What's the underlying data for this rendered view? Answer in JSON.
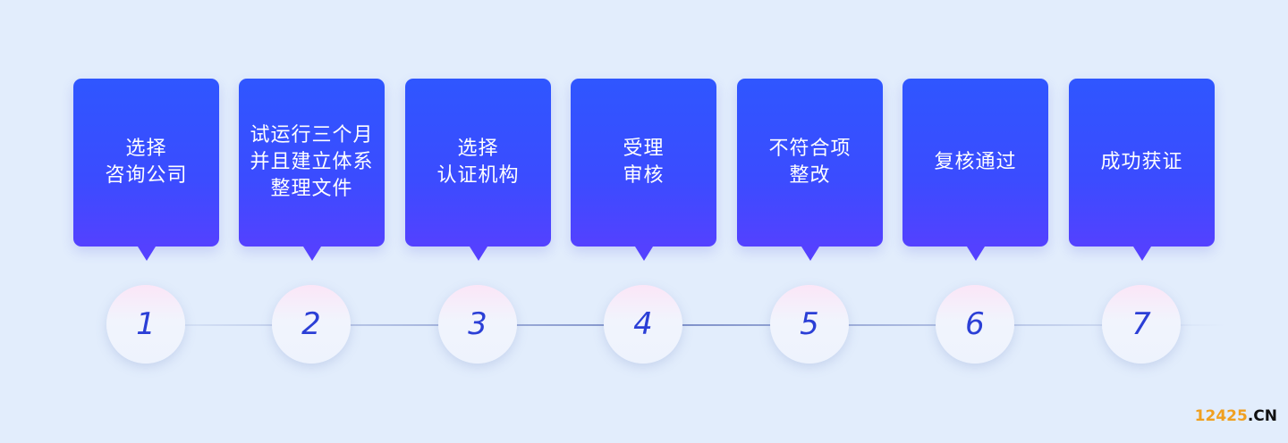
{
  "steps": [
    {
      "label": "选择\n咨询公司",
      "number": "1"
    },
    {
      "label": "试运行三个月\n并且建立体系\n整理文件",
      "number": "2"
    },
    {
      "label": "选择\n认证机构",
      "number": "3"
    },
    {
      "label": "受理\n审核",
      "number": "4"
    },
    {
      "label": "不符合项\n整改",
      "number": "5"
    },
    {
      "label": "复核通过",
      "number": "6"
    },
    {
      "label": "成功获证",
      "number": "7"
    }
  ],
  "watermark": {
    "number_part": "12425",
    "domain_part": ".CN"
  },
  "colors": {
    "background": "#e2edfc",
    "card_top": "#2f56ff",
    "card_bottom": "#5441ff",
    "number": "#2b3fd6",
    "watermark_number": "#f0a020"
  }
}
